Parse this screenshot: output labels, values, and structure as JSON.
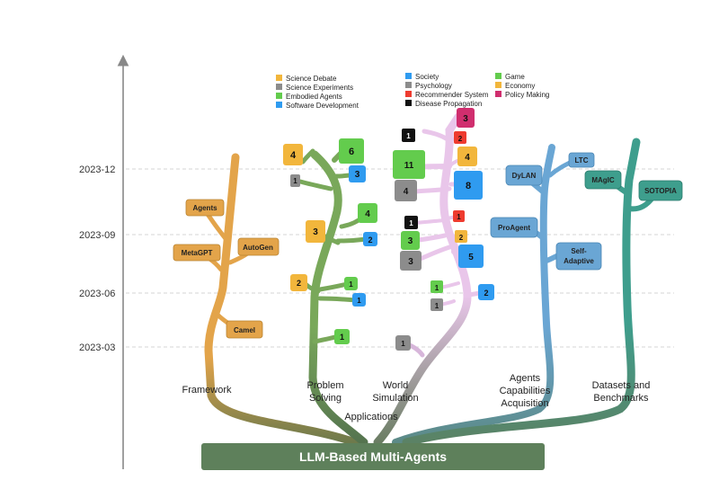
{
  "root": "LLM-Based Multi-Agents",
  "applications_label": "Applications",
  "dates": [
    "2023-12",
    "2023-09",
    "2023-06",
    "2023-03"
  ],
  "branches": {
    "framework": "Framework",
    "problem_solving": [
      "Problem",
      "Solving"
    ],
    "world_simulation": [
      "World",
      "Simulation"
    ],
    "capabilities": [
      "Agents",
      "Capabilities",
      "Acquisition"
    ],
    "datasets": [
      "Datasets and",
      "Benchmarks"
    ]
  },
  "framework_items": [
    "Agents",
    "MetaGPT",
    "AutoGen",
    "Camel"
  ],
  "capabilities_items": [
    "DyLAN",
    "LTC",
    "ProAgent",
    "Self-",
    "Adaptive"
  ],
  "datasets_items": [
    "MAgIC",
    "SOTOPIA"
  ],
  "legend_left": [
    "Science Debate",
    "Science Experiments",
    "Embodied Agents",
    "Software Development"
  ],
  "legend_right_col1": [
    "Society",
    "Psychology",
    "Recommender System",
    "Disease Propagation"
  ],
  "legend_right_col2": [
    "Game",
    "Economy",
    "Policy Making"
  ],
  "colors": {
    "science_debate": "#f2b63c",
    "science_experiments": "#8c8c8c",
    "embodied_agents": "#63cc4d",
    "software_development": "#2f9bf0",
    "society": "#2f9bf0",
    "psychology": "#8c8c8c",
    "recommender_system": "#ee3b2f",
    "disease_propagation": "#111111",
    "game": "#63cc4d",
    "economy": "#f2b63c",
    "policy_making": "#d02e6e",
    "framework_branch": "#e3a44a",
    "problem_branch": "#79a85a",
    "world_branch": "#e9c6ea",
    "capabilities_branch": "#6aa6d4",
    "datasets_branch": "#3e9e8d",
    "root": "#5e805b"
  },
  "counts": {
    "ps": [
      "4",
      "6",
      "1",
      "3",
      "3",
      "4",
      "2",
      "2",
      "1",
      "1",
      "1"
    ],
    "ws": [
      "3",
      "1",
      "2",
      "11",
      "4",
      "4",
      "8",
      "1",
      "1",
      "3",
      "2",
      "3",
      "5",
      "1",
      "1",
      "2",
      "1"
    ]
  }
}
